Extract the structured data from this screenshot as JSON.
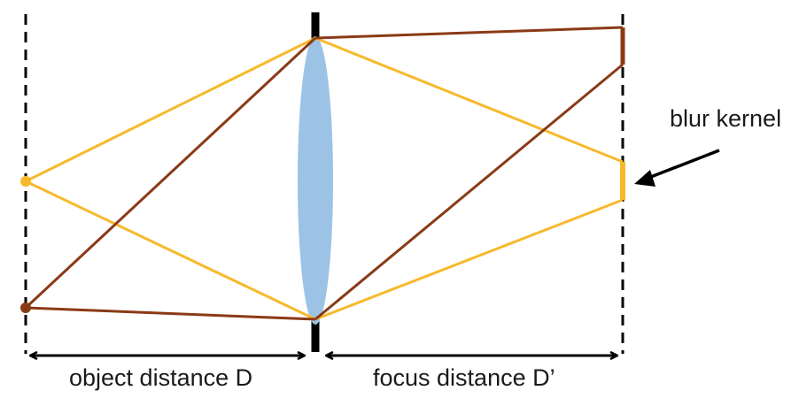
{
  "labels": {
    "object_distance": "object distance D",
    "focus_distance": "focus distance D’",
    "blur_kernel": "blur kernel"
  },
  "colors": {
    "yellow_rays": "#f7b92c",
    "brown_rays": "#8a3a16",
    "lens": "#9cc3e5",
    "lines": "#000000"
  }
}
